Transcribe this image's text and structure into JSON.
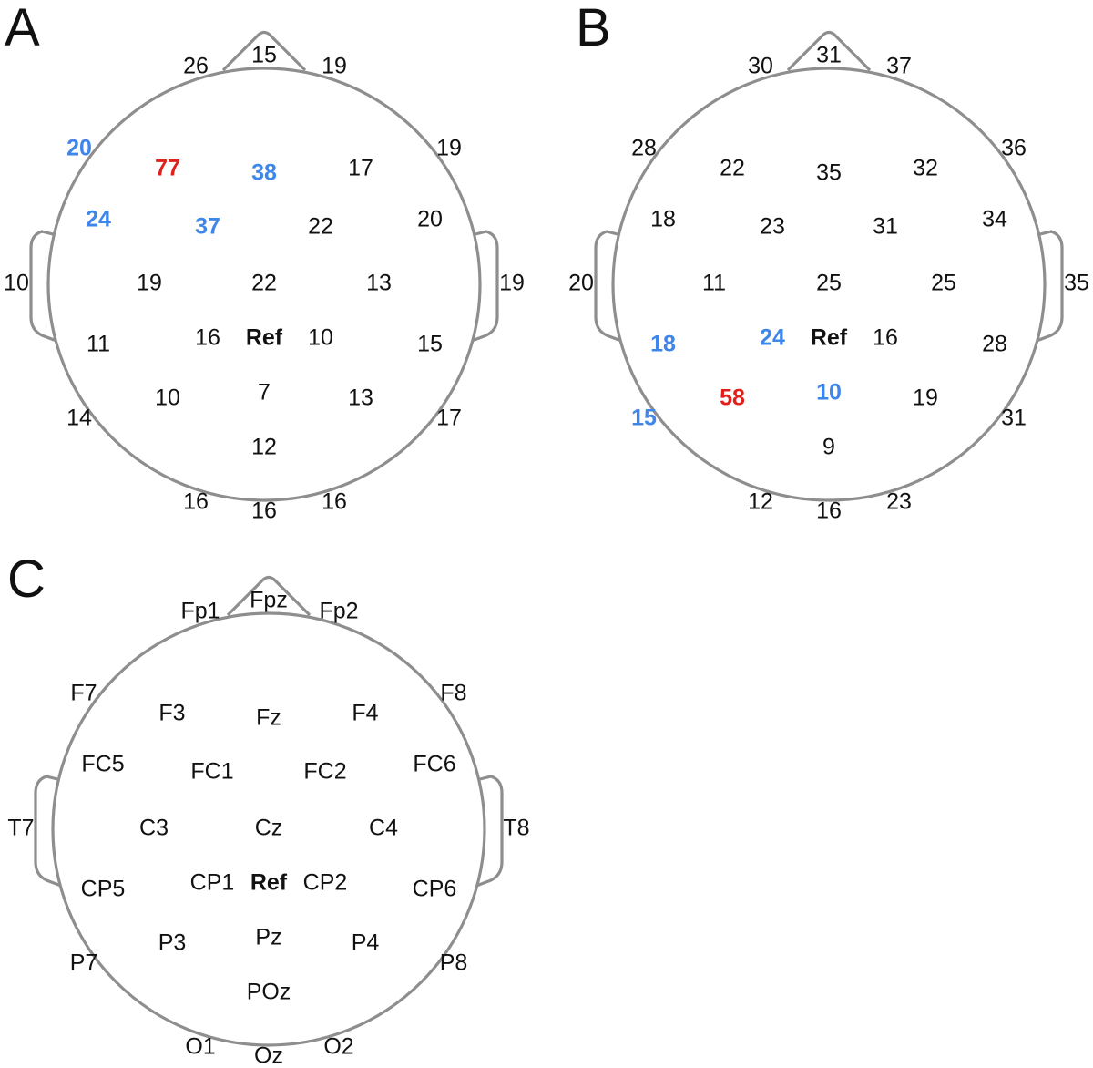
{
  "colors": {
    "normal": "#111111",
    "high": "#e0201b",
    "low": "#3f86ea",
    "outline": "#8e8e8e"
  },
  "panels": [
    {
      "letter": "A",
      "values": [
        {
          "text": "15"
        },
        {
          "text": "26"
        },
        {
          "text": "19"
        },
        {
          "text": "20",
          "mark": "low"
        },
        {
          "text": "77",
          "mark": "high"
        },
        {
          "text": "38",
          "mark": "low"
        },
        {
          "text": "17"
        },
        {
          "text": "19"
        },
        {
          "text": "24",
          "mark": "low"
        },
        {
          "text": "37",
          "mark": "low"
        },
        {
          "text": "22"
        },
        {
          "text": "20"
        },
        {
          "text": "10"
        },
        {
          "text": "19"
        },
        {
          "text": "22"
        },
        {
          "text": "13"
        },
        {
          "text": "19"
        },
        {
          "text": "11"
        },
        {
          "text": "16"
        },
        {
          "text": "Ref",
          "mark": "ref"
        },
        {
          "text": "10"
        },
        {
          "text": "15"
        },
        {
          "text": "14"
        },
        {
          "text": "10"
        },
        {
          "text": "7"
        },
        {
          "text": "13"
        },
        {
          "text": "17"
        },
        {
          "text": "12"
        },
        {
          "text": "16"
        },
        {
          "text": "16"
        },
        {
          "text": "16"
        }
      ]
    },
    {
      "letter": "B",
      "values": [
        {
          "text": "31"
        },
        {
          "text": "30"
        },
        {
          "text": "37"
        },
        {
          "text": "28"
        },
        {
          "text": "22"
        },
        {
          "text": "35"
        },
        {
          "text": "32"
        },
        {
          "text": "36"
        },
        {
          "text": "18"
        },
        {
          "text": "23"
        },
        {
          "text": "31"
        },
        {
          "text": "34"
        },
        {
          "text": "20"
        },
        {
          "text": "11"
        },
        {
          "text": "25"
        },
        {
          "text": "25"
        },
        {
          "text": "35"
        },
        {
          "text": "18",
          "mark": "low"
        },
        {
          "text": "24",
          "mark": "low"
        },
        {
          "text": "Ref",
          "mark": "ref"
        },
        {
          "text": "16"
        },
        {
          "text": "28"
        },
        {
          "text": "15",
          "mark": "low"
        },
        {
          "text": "58",
          "mark": "high"
        },
        {
          "text": "10",
          "mark": "low"
        },
        {
          "text": "19"
        },
        {
          "text": "31"
        },
        {
          "text": "9"
        },
        {
          "text": "12"
        },
        {
          "text": "16"
        },
        {
          "text": "23"
        }
      ]
    },
    {
      "letter": "C",
      "values": [
        {
          "text": "Fpz"
        },
        {
          "text": "Fp1"
        },
        {
          "text": "Fp2"
        },
        {
          "text": "F7"
        },
        {
          "text": "F3"
        },
        {
          "text": "Fz"
        },
        {
          "text": "F4"
        },
        {
          "text": "F8"
        },
        {
          "text": "FC5"
        },
        {
          "text": "FC1"
        },
        {
          "text": "FC2"
        },
        {
          "text": "FC6"
        },
        {
          "text": "T7"
        },
        {
          "text": "C3"
        },
        {
          "text": "Cz"
        },
        {
          "text": "C4"
        },
        {
          "text": "T8"
        },
        {
          "text": "CP5"
        },
        {
          "text": "CP1"
        },
        {
          "text": "Ref",
          "mark": "ref"
        },
        {
          "text": "CP2"
        },
        {
          "text": "CP6"
        },
        {
          "text": "P7"
        },
        {
          "text": "P3"
        },
        {
          "text": "Pz"
        },
        {
          "text": "P4"
        },
        {
          "text": "P8"
        },
        {
          "text": "POz"
        },
        {
          "text": "O1"
        },
        {
          "text": "Oz"
        },
        {
          "text": "O2"
        }
      ]
    }
  ]
}
